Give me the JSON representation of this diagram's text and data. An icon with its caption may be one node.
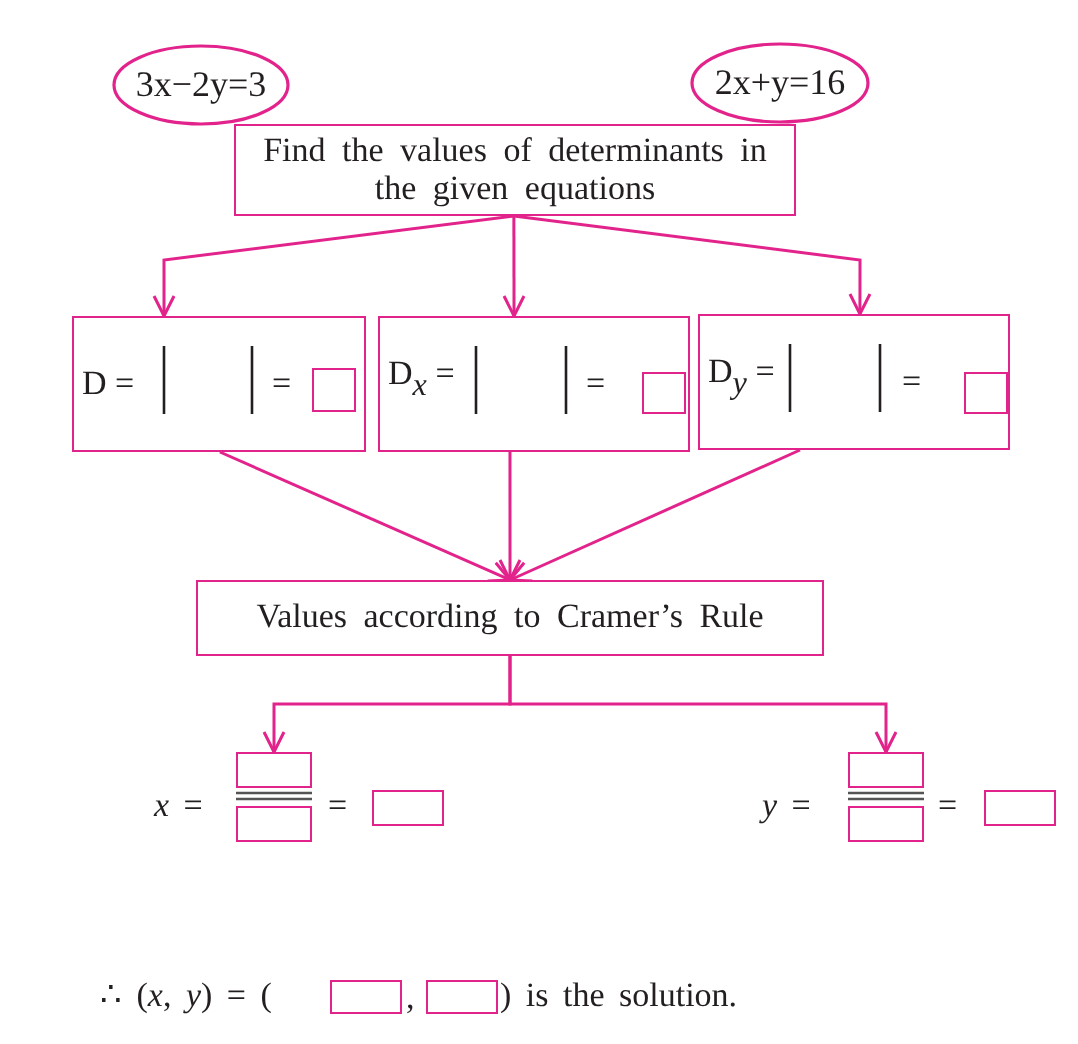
{
  "diagram": {
    "nodes": [
      {
        "text": [
          "3x−2y=3"
        ]
      },
      {
        "text": [
          "2x+y=16"
        ]
      },
      {
        "text": [
          "Find the values of determinants in the given equations"
        ]
      },
      {
        "text": [
          "D =",
          "="
        ]
      },
      {
        "text": [],
        "shape": "box",
        "in": 3
      },
      {
        "text": [
          "D$_{x}$ =",
          "="
        ]
      },
      {
        "text": [],
        "shape": "box",
        "in": 5
      },
      {
        "text": [
          "D$_{y}$ =",
          "="
        ]
      },
      {
        "text": [],
        "shape": "box",
        "in": 7
      },
      {
        "text": [
          "Values according to Cramer’s Rule"
        ]
      },
      {
        "text": [],
        "shape": "box"
      },
      {
        "text": [],
        "shape": "box"
      },
      {
        "text": [],
        "shape": "box"
      },
      {
        "text": [],
        "shape": "box"
      },
      {
        "text": [],
        "shape": "box"
      },
      {
        "text": [],
        "shape": "box"
      },
      {
        "text": [],
        "shape": "box"
      },
      {
        "text": [],
        "shape": "box"
      }
    ],
    "edges": [
      {
        "from": 2,
        "to": 3,
        "arrow": "to"
      },
      {
        "from": 2,
        "to": 5,
        "arrow": "to"
      },
      {
        "from": 2,
        "to": 7,
        "arrow": "to"
      },
      {
        "from": 3,
        "to": 9,
        "arrow": "to"
      },
      {
        "from": 5,
        "to": 9,
        "arrow": "to"
      },
      {
        "from": 7,
        "to": 9,
        "arrow": "to"
      },
      {
        "from": 9,
        "to": 10,
        "arrow": "to"
      },
      {
        "from": 9,
        "to": 11,
        "arrow": "to"
      }
    ],
    "labels": [
      "*x* =",
      "=",
      "*y* =",
      "=",
      "∴ (*x*, *y*) = (",
      ",",
      ") is the solution."
    ]
  }
}
